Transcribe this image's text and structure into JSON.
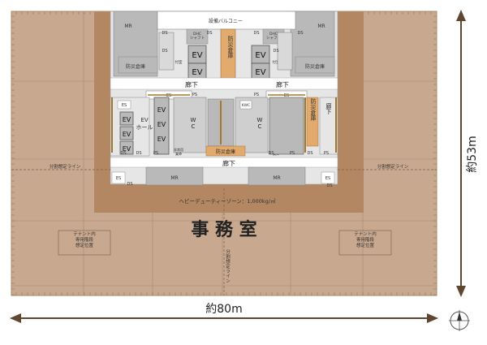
{
  "labels": {
    "balcony": "設備バルコニー",
    "dhc_shaft": "DHC\nシャフト",
    "mr": "MR",
    "ds": "DS",
    "ps": "PS",
    "es": "ES",
    "ev": "EV",
    "disaster_storage": "防災倉庫",
    "corridor": "廊下",
    "ev_hall": "EV\nホール",
    "wc": "W\nC",
    "kwc": "KWC",
    "tsuke": "付室",
    "hoshin": "非常用\n乗降",
    "division_line": "分割想定ライン",
    "division_line_vertical": "分\n割\n想\n定\nラ\nイ\nン",
    "heavy_duty": "ヘビーデューティーゾーン：1,000kg/㎡",
    "office": "事 務 室",
    "tenant_stair": "テナント内\n専用階段\n想定位置",
    "width_dim": "約80m",
    "height_dim": "約53m"
  },
  "colors": {
    "office_floor": "#c8a88e",
    "core_band": "#b48763",
    "core_room": "#b9b9b9",
    "core_bg": "#e6e6e6",
    "corridor": "#ffffff",
    "storage": "#e3aa6d",
    "arrow": "#5e4631"
  },
  "icons": [
    "compass-icon"
  ]
}
